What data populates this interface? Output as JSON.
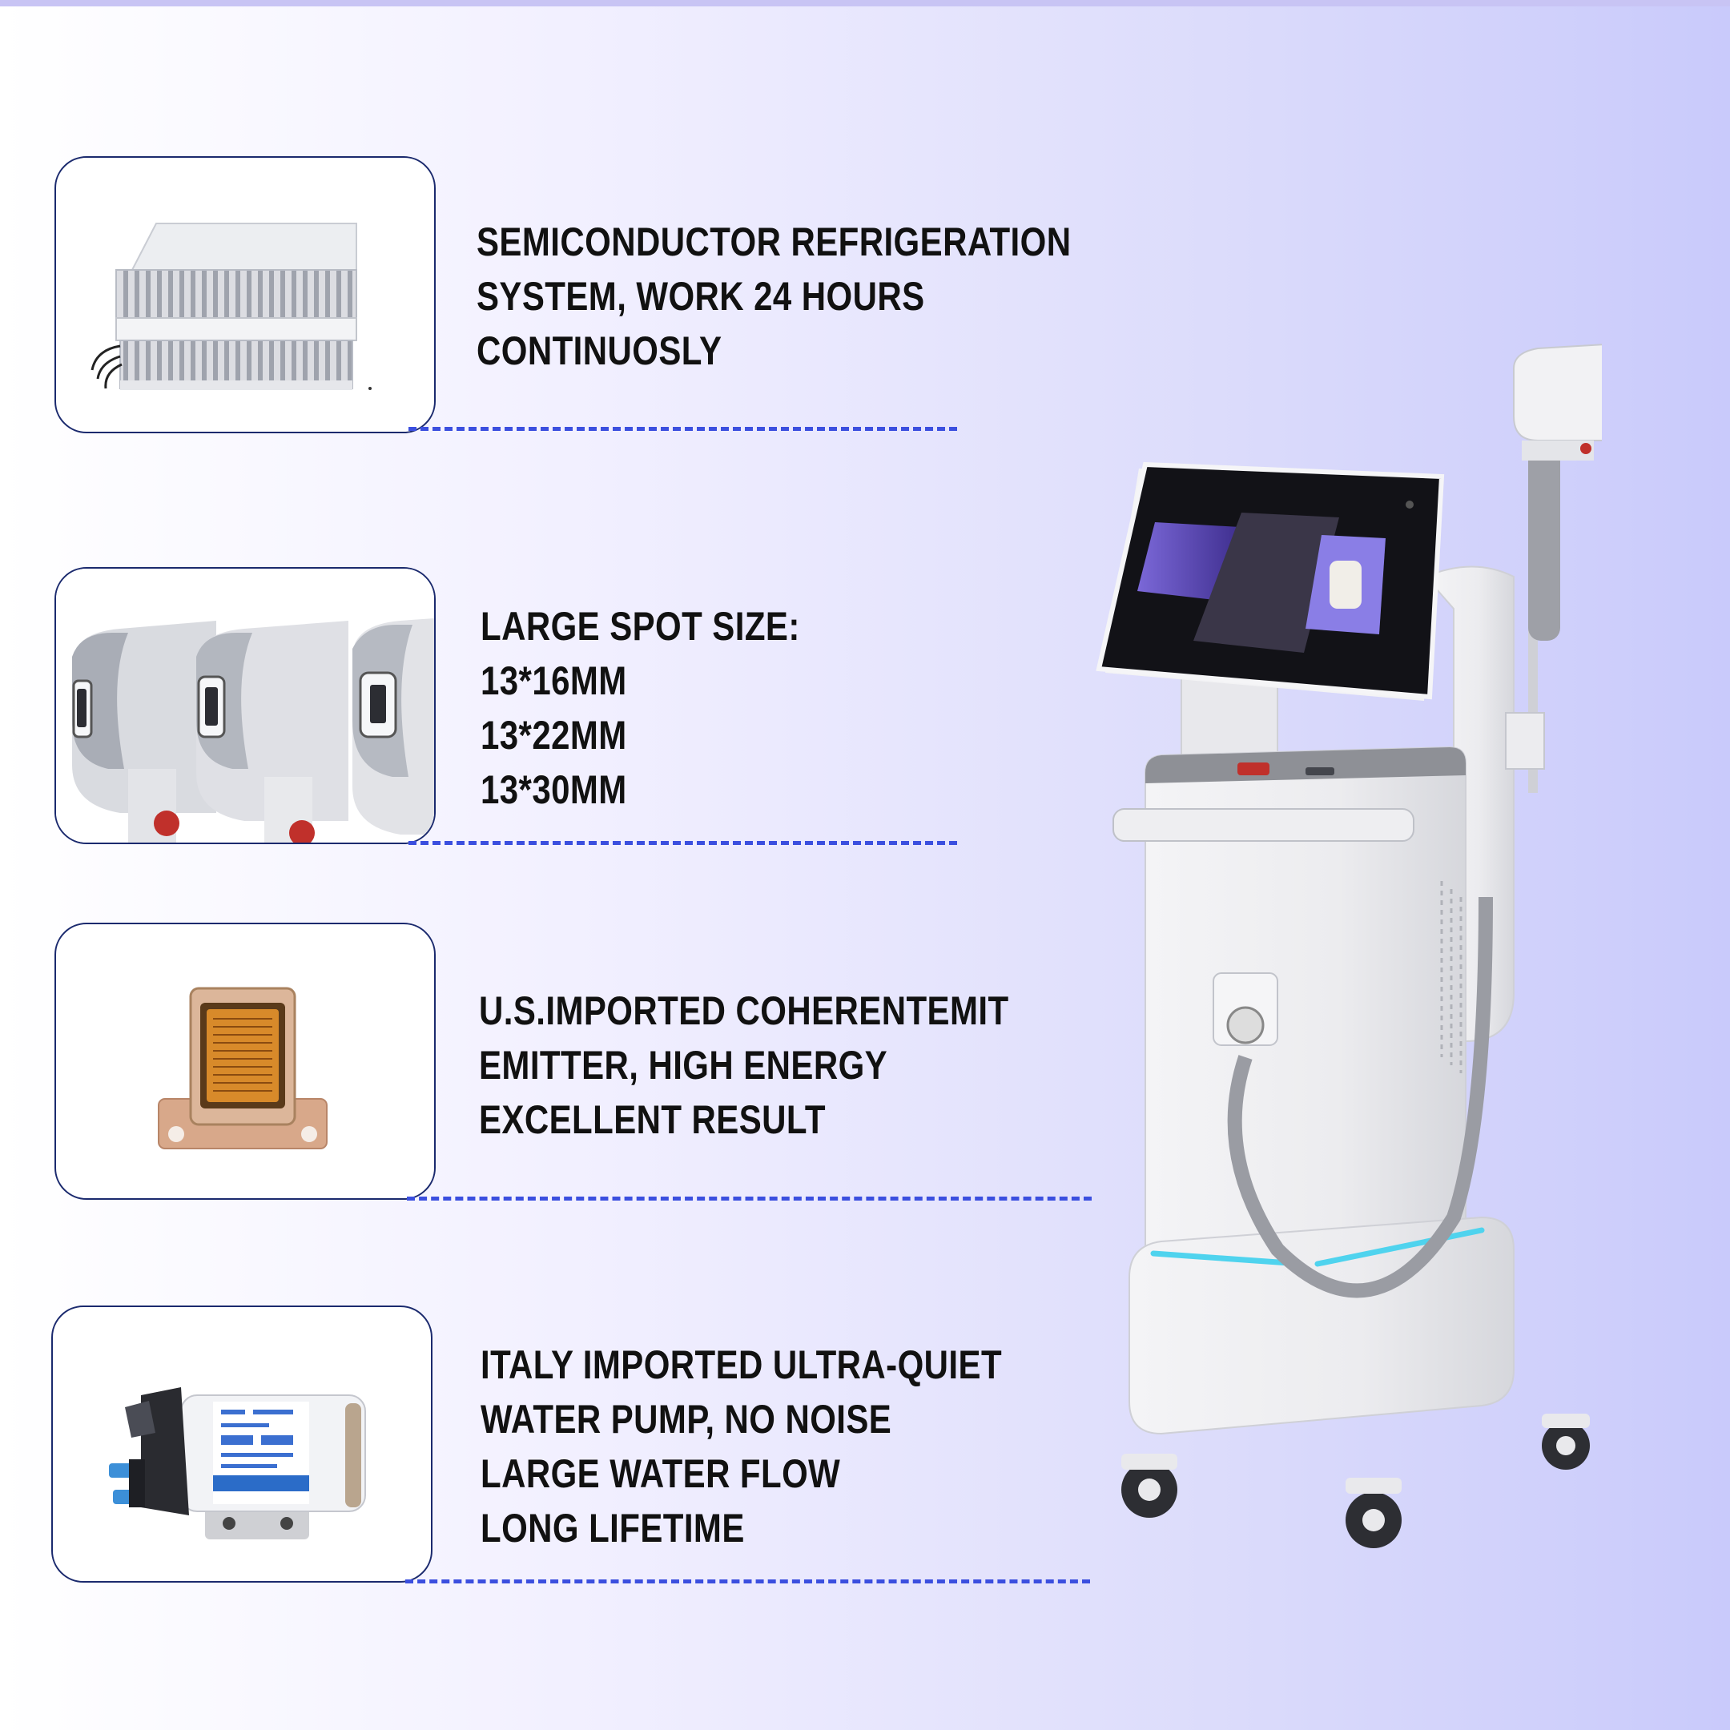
{
  "features": [
    {
      "lines": [
        "SEMICONDUCTOR REFRIGERATION",
        "SYSTEM, WORK 24 HOURS",
        "CONTINUOSLY"
      ],
      "icon": "refrigeration-unit-icon"
    },
    {
      "lines": [
        "LARGE SPOT SIZE:",
        "13*16MM",
        "13*22MM",
        "13*30MM"
      ],
      "icon": "handpiece-icon"
    },
    {
      "lines": [
        "U.S.IMPORTED COHERENTEMIT",
        "EMITTER, HIGH ENERGY",
        "EXCELLENT RESULT"
      ],
      "icon": "laser-emitter-icon"
    },
    {
      "lines": [
        "ITALY IMPORTED ULTRA-QUIET",
        "WATER PUMP, NO NOISE",
        "LARGE WATER FLOW",
        "LONG LIFETIME"
      ],
      "icon": "water-pump-icon"
    }
  ],
  "colors": {
    "card_border": "#1b2a6e",
    "dash": "#3b4fdf",
    "text": "#111111",
    "accent_light": "#4fd3ee"
  },
  "machine": {
    "icon": "laser-machine-icon"
  }
}
